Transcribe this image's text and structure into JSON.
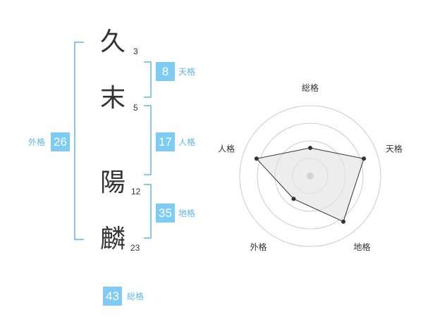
{
  "diagram": {
    "chars": [
      {
        "char": "久",
        "strokes": "3"
      },
      {
        "char": "末",
        "strokes": "5"
      },
      {
        "char": "陽",
        "strokes": "12"
      },
      {
        "char": "麟",
        "strokes": "23"
      }
    ],
    "tenkaku": {
      "value": "8",
      "label": "天格"
    },
    "jinkaku": {
      "value": "17",
      "label": "人格"
    },
    "chikaku": {
      "value": "35",
      "label": "地格"
    },
    "gaikaku": {
      "value": "26",
      "label": "外格"
    },
    "soukaku": {
      "value": "43",
      "label": "総格"
    }
  },
  "colors": {
    "badge": "#7ecbf4",
    "badge_text": "#ffffff",
    "label": "#63b7e6",
    "bracket": "#86c8ee",
    "text": "#333333",
    "ring": "#cccccc",
    "polygon_fill": "#e4e4e4",
    "polygon_stroke": "#333333",
    "center_dot": "#d2d2d2"
  },
  "chart_data": {
    "type": "radar",
    "axes": [
      "総格",
      "天格",
      "地格",
      "外格",
      "人格"
    ],
    "values": [
      2,
      4,
      4,
      2,
      4
    ],
    "rlim": [
      0,
      5
    ],
    "grid": true
  }
}
